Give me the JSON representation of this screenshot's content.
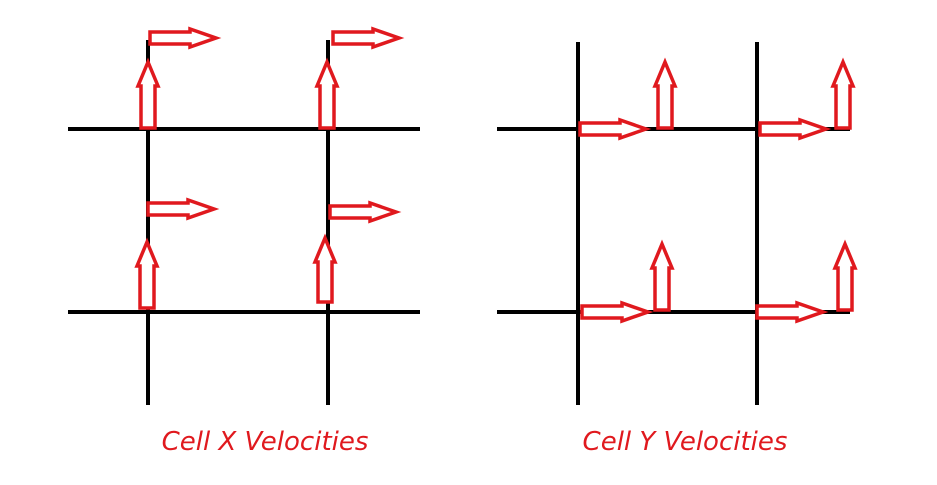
{
  "colors": {
    "grid_line": "#000000",
    "arrow_stroke": "#e0191e",
    "arrow_fill": "#ffffff",
    "caption": "#e0191e"
  },
  "panels": [
    {
      "id": "cell-x",
      "caption": "Cell X Velocities",
      "arrows": [
        {
          "direction": "up",
          "count": 4
        },
        {
          "direction": "right",
          "count": 4
        }
      ]
    },
    {
      "id": "cell-y",
      "caption": "Cell Y Velocities",
      "arrows": [
        {
          "direction": "up",
          "count": 4
        },
        {
          "direction": "right",
          "count": 4
        }
      ]
    }
  ]
}
